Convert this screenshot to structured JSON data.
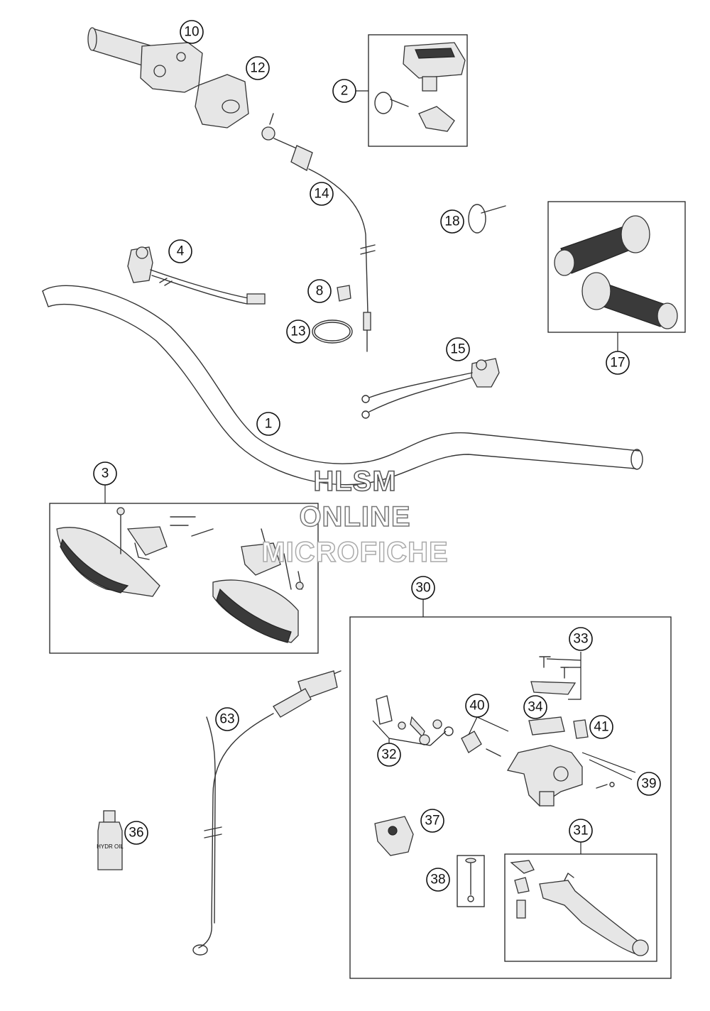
{
  "callouts": {
    "c1": "1",
    "c2": "2",
    "c3": "3",
    "c4": "4",
    "c8": "8",
    "c10": "10",
    "c12": "12",
    "c13": "13",
    "c14": "14",
    "c15": "15",
    "c17": "17",
    "c18": "18",
    "c30": "30",
    "c31": "31",
    "c32": "32",
    "c33": "33",
    "c34": "34",
    "c36": "36",
    "c37": "37",
    "c38": "38",
    "c39": "39",
    "c40": "40",
    "c41": "41",
    "c63": "63"
  },
  "bottle_label": "HYDR OIL",
  "watermark": {
    "line1": "HLSM",
    "line2": "ONLINE",
    "line3": "MICROFICHE"
  }
}
